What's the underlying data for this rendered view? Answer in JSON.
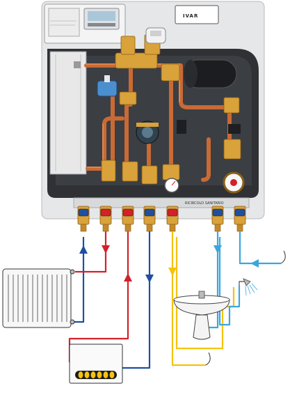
{
  "module": {
    "brand": "IVAR",
    "outlet_label": "RICIRCOLO SANITARIO"
  },
  "colors": {
    "hot_supply": "#d4202a",
    "cold_return": "#1f4fa0",
    "cold_water": "#3aa7dc",
    "domestic_hot": "#f5c20e",
    "pipe_copper": "#c96a35",
    "brass": "#d9a23a",
    "cabinet_dark": "#2f3135",
    "frame_light": "#e6e7e8"
  },
  "connections": [
    {
      "id": "radiator-return",
      "valve_color": "#1f4fa0"
    },
    {
      "id": "radiator-supply",
      "valve_color": "#d4202a"
    },
    {
      "id": "boiler-supply",
      "valve_color": "#d4202a"
    },
    {
      "id": "boiler-return",
      "valve_color": "#1f4fa0"
    },
    {
      "id": "dhw-out",
      "valve_color": "#d4202a"
    },
    {
      "id": "recirculation",
      "valve_color": "#1f4fa0"
    },
    {
      "id": "cold-in",
      "valve_color": "#1f4fa0"
    }
  ]
}
